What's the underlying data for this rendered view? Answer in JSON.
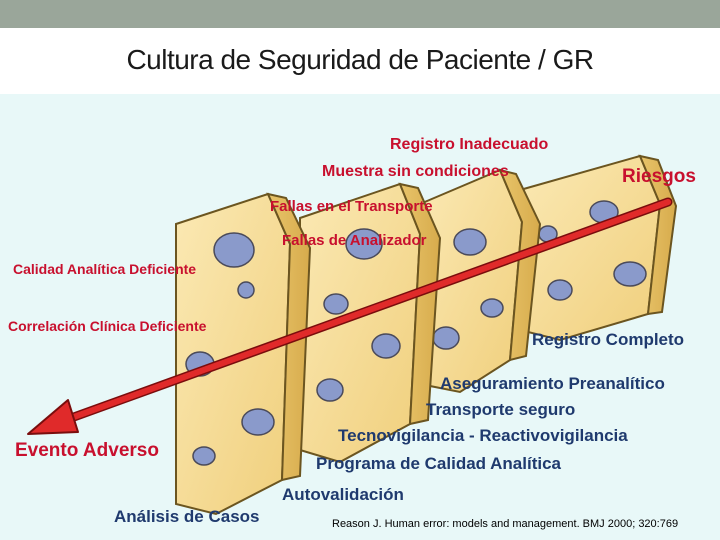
{
  "slide": {
    "title": "Cultura de Seguridad de Paciente / GR"
  },
  "failures": {
    "registro_inadecuado": "Registro Inadecuado",
    "muestra_sin_condiciones": "Muestra sin condiciones",
    "riesgos": "Riesgos",
    "fallas_transporte": "Fallas en el Transporte",
    "fallas_analizador": "Fallas de Analizador",
    "calidad_analitica": "Calidad Analítica Deficiente",
    "correlacion_clinica": "Correlación Clínica Deficiente",
    "evento_adverso": "Evento Adverso"
  },
  "barriers": {
    "registro_completo": "Registro Completo",
    "aseguramiento": "Aseguramiento Preanalítico",
    "transporte_seguro": "Transporte seguro",
    "tecnovigilancia": "Tecnovigilancia - Reactivovigilancia",
    "programa_calidad": "Programa de Calidad Analítica",
    "autovalidacion": "Autovalidación",
    "analisis_casos": "Análisis de Casos"
  },
  "citation": "Reason J. Human error: models and management. BMJ 2000; 320:769",
  "colors": {
    "arrow": "#d42020",
    "cheese": "#f6dfa0",
    "cheese_edge": "#c9a44a",
    "hole": "#8a9acb",
    "failure_text": "#c8102e",
    "barrier_text": "#1f3a6e"
  }
}
